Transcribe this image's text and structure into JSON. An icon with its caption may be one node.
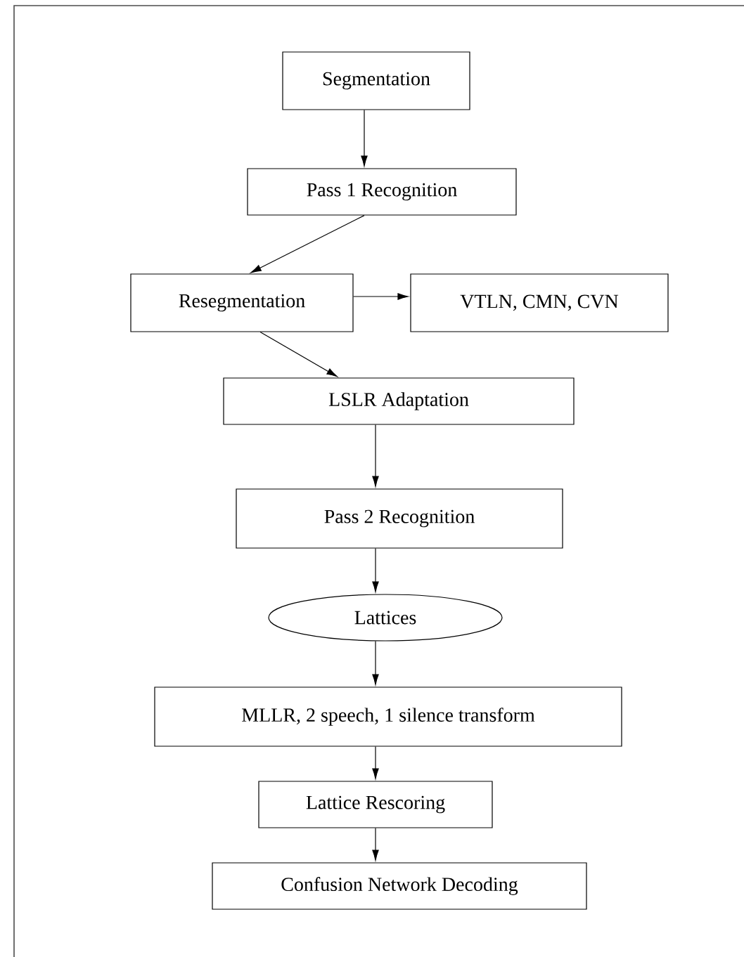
{
  "diagram": {
    "nodes": [
      {
        "text": [
          "Segmentation"
        ]
      },
      {
        "text": [
          "Pass 1 Recognition"
        ]
      },
      {
        "text": [
          "Resegmentation"
        ]
      },
      {
        "text": [
          "VTLN, CMN, CVN"
        ]
      },
      {
        "text": [
          "LSLR Adaptation"
        ]
      },
      {
        "text": [
          "Pass 2 Recognition"
        ]
      },
      {
        "text": [
          "Lattices"
        ]
      },
      {
        "text": [
          "MLLR, 2 speech, 1 silence transform"
        ]
      },
      {
        "text": [
          "Lattice Rescoring"
        ]
      },
      {
        "text": [
          "Confusion Network Decoding"
        ]
      }
    ],
    "edges": [
      {
        "from": 0,
        "to": 1,
        "arrow": "to"
      },
      {
        "from": 1,
        "to": 2,
        "arrow": "to"
      },
      {
        "from": 2,
        "to": 3,
        "arrow": "to"
      },
      {
        "from": 2,
        "to": 4,
        "arrow": "to"
      },
      {
        "from": 4,
        "to": 5,
        "arrow": "to"
      },
      {
        "from": 5,
        "to": 6,
        "arrow": "to"
      },
      {
        "from": 6,
        "to": 7,
        "arrow": "to"
      },
      {
        "from": 7,
        "to": 8,
        "arrow": "to"
      },
      {
        "from": 8,
        "to": 9,
        "arrow": "to"
      }
    ]
  }
}
